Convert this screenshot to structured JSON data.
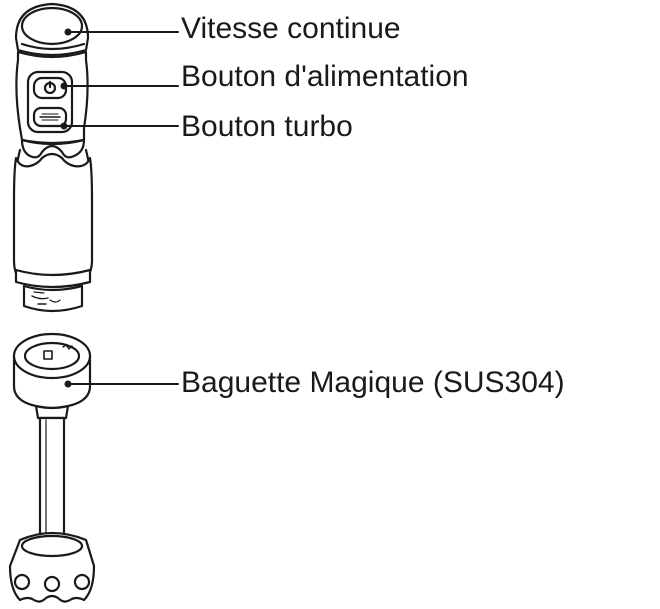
{
  "labels": {
    "speed": "Vitesse continue",
    "power": "Bouton d'alimentation",
    "turbo": "Bouton turbo",
    "wand": "Baguette Magique (SUS304)"
  },
  "icons": {
    "power_button_symbol": "power-icon",
    "turbo_button_symbol": "turbo-icon"
  },
  "colors": {
    "line": "#1a1a1a",
    "fill": "#ffffff"
  }
}
